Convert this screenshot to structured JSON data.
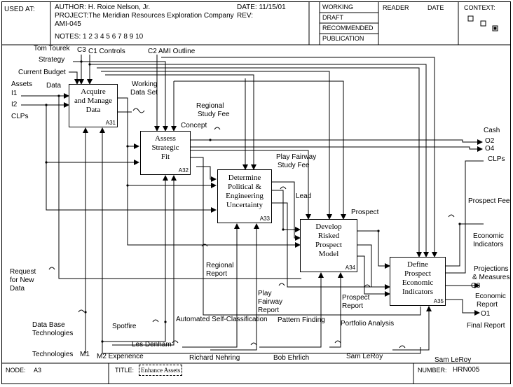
{
  "header": {
    "used_at": "USED AT:",
    "author": "AUTHOR: H. Roice Nelson, Jr.",
    "date": "DATE: 11/15/01",
    "project": "PROJECT:The Meridian Resources Exploration Company",
    "rev": "REV:",
    "project_id": "AMI-045",
    "notes": "NOTES:  1  2  3  4  5  6  7  8  9  10",
    "status": [
      "WORKING",
      "DRAFT",
      "RECOMMENDED",
      "PUBLICATION"
    ],
    "reader": "READER",
    "reader_date": "DATE",
    "context": "CONTEXT:"
  },
  "footer": {
    "node_label": "NODE:",
    "node_value": "A3",
    "title_label": "TITLE:",
    "title_value": "Enhance  Assets",
    "number_label": "NUMBER:",
    "number_value": "HRN005"
  },
  "activities": [
    {
      "lines": [
        "Acquire",
        "and Manage",
        "Data"
      ],
      "node": "A31"
    },
    {
      "lines": [
        "Assess",
        "Strategic",
        "Fit"
      ],
      "node": "A32"
    },
    {
      "lines": [
        "Determine",
        "Political &",
        "Engineering",
        "Uncertainty"
      ],
      "node": "A33"
    },
    {
      "lines": [
        "Develop",
        "Risked",
        "Prospect",
        "Model"
      ],
      "node": "A34"
    },
    {
      "lines": [
        "Define",
        "Prospect",
        "Economic",
        "Indicators"
      ],
      "node": "A35"
    }
  ],
  "arrow_labels": {
    "tom_tourek": "Tom Tourek",
    "c3": "C3",
    "c1_controls": "C1  Controls",
    "c2_ami_outline": "C2  AMI Outline",
    "strategy": "Strategy",
    "current_budget": "Current Budget",
    "assets": "Assets",
    "data": "Data",
    "i1": "I1",
    "i2": "I2",
    "clps_in": "CLPs",
    "working_data_set_1": "Working",
    "working_data_set_2": "Data Set",
    "regional_study_fee_1": "Regional",
    "regional_study_fee_2": "Study Fee",
    "concept": "Concept",
    "cash": "Cash",
    "o2": "O2",
    "o4": "O4",
    "clps_out": "CLPs",
    "play_fairway_study_fee_1": "Play Fairway",
    "play_fairway_study_fee_2": "Study Fee",
    "lead": "Lead",
    "prospect": "Prospect",
    "prospect_fee": "Prospect Fee",
    "economic_indicators_1": "Economic",
    "economic_indicators_2": "Indicators",
    "projections_1": "Projections",
    "projections_2": "& Measures",
    "o3": "O3",
    "economic_report_1": "Economic",
    "economic_report_2": "Report",
    "o1": "O1",
    "final_report": "Final Report",
    "request_1": "Request",
    "request_2": "for New",
    "request_3": "Data",
    "regional_report_1": "Regional",
    "regional_report_2": "Report",
    "play_fairway_report_1": "Play",
    "play_fairway_report_2": "Fairway",
    "play_fairway_report_3": "Report",
    "prospect_report_1": "Prospect",
    "prospect_report_2": "Report",
    "database_tech_1": "Data Base",
    "database_tech_2": "Technologies",
    "spotfire": "Spotfire",
    "automated_self_classification": "Automated Self-Classification",
    "pattern_finding": "Pattern Finding",
    "portfolio_analysis": "Portfolio Analysis",
    "technologies": "Technologies",
    "m1": "M1",
    "m2_experience": "M2  Experience",
    "les_denham": "Les Denham",
    "richard_nehring": "Richard Nehring",
    "bob_ehrlich": "Bob Ehrlich",
    "sam_leroy_1": "Sam LeRoy",
    "sam_leroy_2": "Sam LeRoy"
  }
}
